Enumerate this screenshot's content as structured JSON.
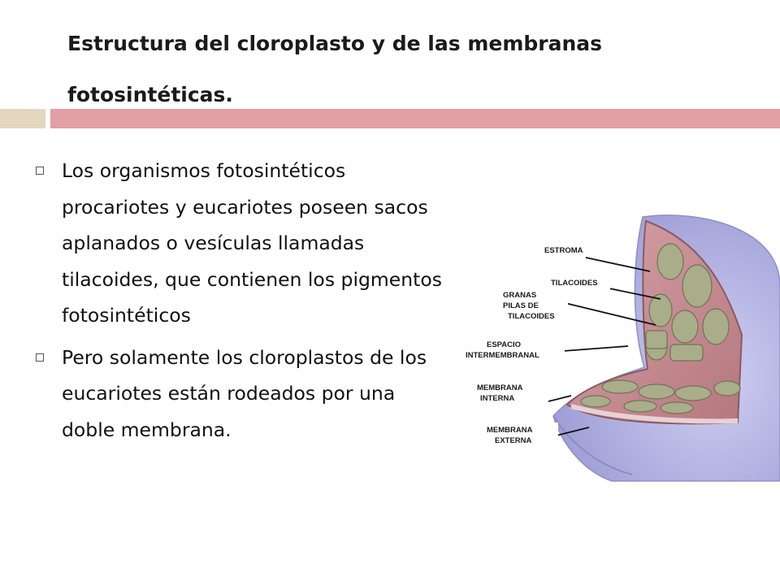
{
  "slide": {
    "title": "Estructura del cloroplasto y de las membranas fotosintéticas.",
    "accent_colors": {
      "left_bar": "#e3d6bf",
      "right_bar": "#e39ea6"
    }
  },
  "bullets": [
    {
      "text": "Los organismos fotosintéticos procariotes y eucariotes poseen sacos aplanados o vesículas llamadas tilacoides, que contienen los pigmentos fotosintéticos"
    },
    {
      "text": "Pero solamente los cloroplastos de los eucariotes están rodeados por una doble membrana."
    }
  ],
  "figure": {
    "labels": {
      "estroma": "ESTROMA",
      "tilacoides": "TILACOIDES",
      "granas_line1": "GRANAS",
      "granas_line2": "PILAS  DE",
      "granas_line3": "TILACOIDES",
      "espacio_line1": "ESPACIO",
      "espacio_line2": "INTERMEMBRANAL",
      "interna_line1": "MEMBRANA",
      "interna_line2": "INTERNA",
      "externa_line1": "MEMBRANA",
      "externa_line2": "EXTERNA"
    },
    "colors": {
      "outer_membrane": "#b9b8e6",
      "inner_membrane": "#b98a92",
      "stroma": "#c48a8e",
      "thylakoid": "#a9ad8a"
    }
  }
}
